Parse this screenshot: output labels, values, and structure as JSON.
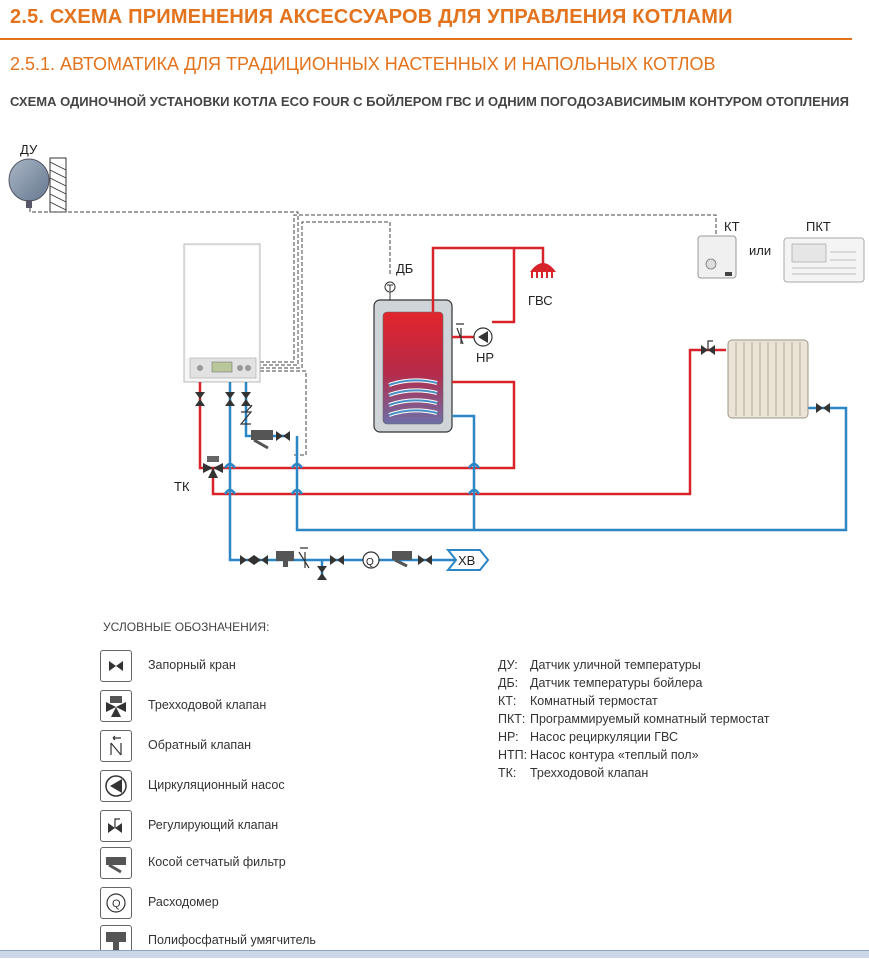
{
  "header": {
    "title": "2.5. СХЕМА ПРИМЕНЕНИЯ АКСЕССУАРОВ ДЛЯ УПРАВЛЕНИЯ КОТЛАМИ",
    "subtitle": "2.5.1. АВТОМАТИКА ДЛЯ ТРАДИЦИОННЫХ НАСТЕННЫХ И НАПОЛЬНЫХ КОТЛОВ",
    "scheme_title": "СХЕМА ОДИНОЧНОЙ УСТАНОВКИ КОТЛА ECO FOUR С БОЙЛЕРОМ ГВС И ОДНИМ ПОГОДОЗАВИСИМЫМ КОНТУРОМ ОТОПЛЕНИЯ"
  },
  "diagram": {
    "labels": {
      "du": "ДУ",
      "db": "ДБ",
      "gvs": "ГВС",
      "np": "НР",
      "kt": "КТ",
      "ili": "или",
      "pkt": "ПКТ",
      "tk": "ТК",
      "xv": "ХВ",
      "flowmeter": "Q"
    },
    "colors": {
      "hot_pipe": "#d8232a",
      "cold_pipe": "#2a86c4",
      "control_wire": "#444444",
      "accent": "#e3731c"
    }
  },
  "legend": {
    "title": "УСЛОВНЫЕ ОБОЗНАЧЕНИЯ:",
    "items": [
      {
        "icon": "shutoff-valve-icon",
        "label": "Запорный кран"
      },
      {
        "icon": "three-way-valve-icon",
        "label": "Трехходовой клапан"
      },
      {
        "icon": "check-valve-icon",
        "label": "Обратный клапан"
      },
      {
        "icon": "circulation-pump-icon",
        "label": "Циркуляционный насос"
      },
      {
        "icon": "regulating-valve-icon",
        "label": "Регулирующий клапан"
      },
      {
        "icon": "strainer-filter-icon",
        "label": "Косой сетчатый фильтр"
      },
      {
        "icon": "flowmeter-icon",
        "label": "Расходомер"
      },
      {
        "icon": "polyphosphate-softener-icon",
        "label": "Полифосфатный умягчитель"
      }
    ]
  },
  "abbreviations": [
    {
      "key": "ДУ:",
      "text": "Датчик уличной температуры"
    },
    {
      "key": "ДБ:",
      "text": "Датчик температуры бойлера"
    },
    {
      "key": "КТ:",
      "text": "Комнатный термостат"
    },
    {
      "key": "ПКТ:",
      "text": "Программируемый комнатный термостат"
    },
    {
      "key": "НР:",
      "text": "Насос рециркуляции ГВС"
    },
    {
      "key": "НТП:",
      "text": "Насос контура «теплый пол»"
    },
    {
      "key": "ТК:",
      "text": "Трехходовой клапан"
    }
  ]
}
